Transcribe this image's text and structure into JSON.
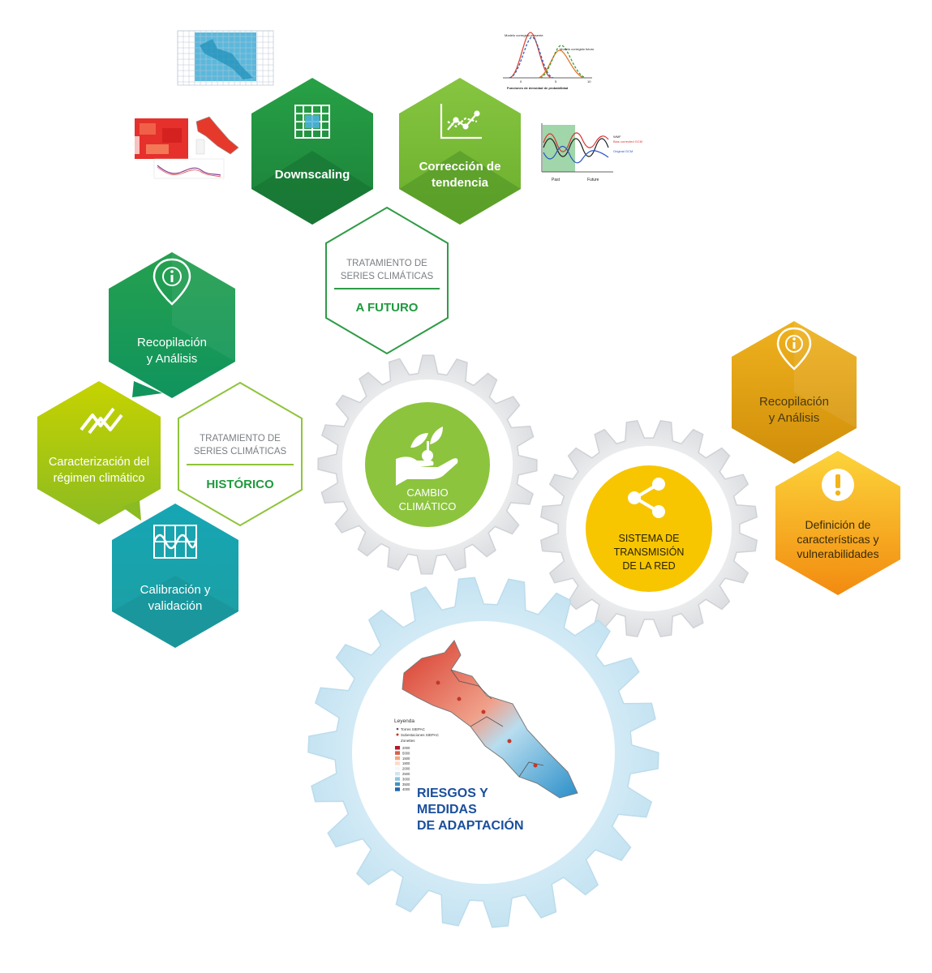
{
  "future_panel": {
    "line1": "TRATAMIENTO DE",
    "line2": "SERIES CLIMÁTICAS",
    "title": "A FUTURO"
  },
  "historic_panel": {
    "line1": "TRATAMIENTO DE",
    "line2": "SERIES CLIMÁTICAS",
    "title": "HISTÓRICO"
  },
  "hexes": {
    "downscaling": {
      "label": "Downscaling"
    },
    "correccion": {
      "line1": "Corrección de",
      "line2": "tendencia"
    },
    "recop_green": {
      "line1": "Recopilación",
      "line2": "y Análisis"
    },
    "caracterizacion": {
      "line1": "Caracterización del",
      "line2": "régimen climático"
    },
    "calibracion": {
      "line1": "Calibración y",
      "line2": "validación"
    },
    "recop_orange": {
      "line1": "Recopilación",
      "line2": "y Análisis"
    },
    "definicion": {
      "line1": "Definición de",
      "line2": "características y",
      "line3": "vulnerabilidades"
    }
  },
  "gears": {
    "cambio": {
      "line1": "CAMBIO",
      "line2": "CLIMÁTICO"
    },
    "sistema": {
      "line1": "SISTEMA DE",
      "line2": "TRANSMISIÓN",
      "line3": "DE LA RED"
    },
    "riesgos": {
      "line1": "RIESGOS Y",
      "line2": "MEDIDAS",
      "line3": "DE ADAPTACIÓN"
    }
  },
  "legend": {
    "title": "Leyenda",
    "items": [
      "Torres SIEPAC",
      "Subestaciones SIEPAC",
      "Zonettes"
    ],
    "scale": [
      "2000",
      "5000",
      "1500",
      "1800",
      "2000",
      "2500",
      "3000",
      "3500",
      "4000"
    ]
  },
  "mini_charts": {
    "pdf_title_left": "Modelo corregido presente",
    "pdf_title_right": "Modelo corregido futuro",
    "pdf_caption": "Funciones de densidad de probabilidad",
    "pdf_ticks": [
      "0",
      "5",
      "10"
    ],
    "series_legend": [
      "WMF",
      "Bias corrected GCM",
      "Original GCM"
    ],
    "series_axis": [
      "Past",
      "Future"
    ]
  },
  "colors": {
    "green_dark": "#1e8a3c",
    "green_light": "#7cbf2e",
    "teal": "#1aa3ad",
    "lime": "#c5d400",
    "orange": "#e8a000",
    "yellow": "#f5c400",
    "gear_gray": "#e9eaec",
    "gear_blue": "#cfe8f5",
    "title_blue": "#1a4f9c"
  }
}
